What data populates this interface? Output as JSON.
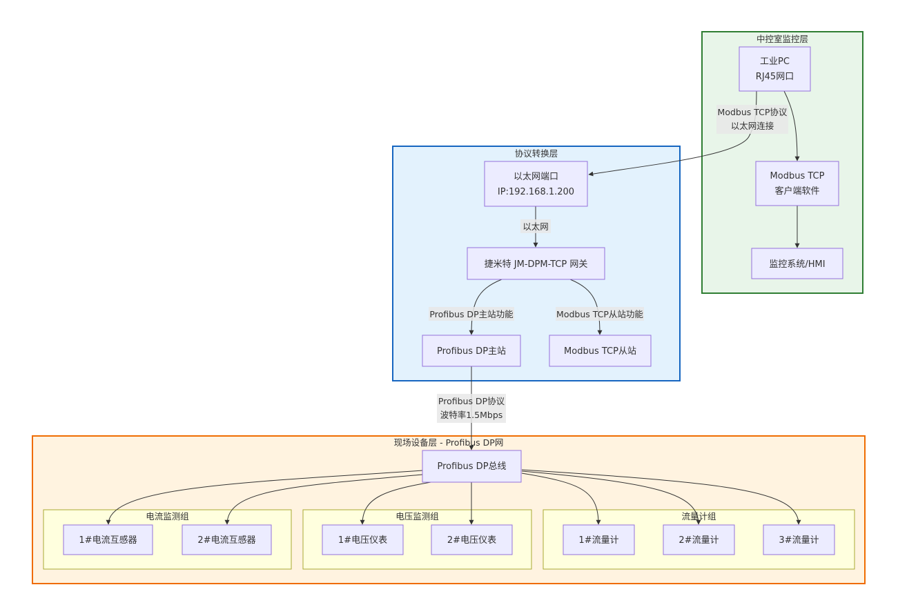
{
  "clusters": {
    "control": {
      "title": "中控室监控层",
      "fill": "#E8F5E9",
      "stroke": "#2E7D32"
    },
    "protocol": {
      "title": "协议转换层",
      "fill": "#E3F2FD",
      "stroke": "#1565C0"
    },
    "field": {
      "title": "现场设备层 - Profibus DP网",
      "fill": "#FFF3E0",
      "stroke": "#EF6C00"
    },
    "current_group": {
      "title": "电流监测组",
      "fill": "#FFFFDE",
      "stroke": "#AAAA33"
    },
    "voltage_group": {
      "title": "电压监测组",
      "fill": "#FFFFDE",
      "stroke": "#AAAA33"
    },
    "flow_group": {
      "title": "流量计组",
      "fill": "#FFFFDE",
      "stroke": "#AAAA33"
    }
  },
  "nodes": {
    "industrial_pc": {
      "lines": [
        "工业PC",
        "RJ45网口"
      ]
    },
    "modbus_client": {
      "lines": [
        "Modbus TCP",
        "客户端软件"
      ]
    },
    "hmi": {
      "lines": [
        "监控系统/HMI"
      ]
    },
    "eth_port": {
      "lines": [
        "以太网端口",
        "IP:192.168.1.200"
      ]
    },
    "gateway": {
      "lines": [
        "捷米特 JM-DPM-TCP 网关"
      ]
    },
    "dp_master": {
      "lines": [
        "Profibus DP主站"
      ]
    },
    "modbus_slave": {
      "lines": [
        "Modbus TCP从站"
      ]
    },
    "dp_bus": {
      "lines": [
        "Profibus DP总线"
      ]
    },
    "ct1": {
      "lines": [
        "1#电流互感器"
      ]
    },
    "ct2": {
      "lines": [
        "2#电流互感器"
      ]
    },
    "vm1": {
      "lines": [
        "1#电压仪表"
      ]
    },
    "vm2": {
      "lines": [
        "2#电压仪表"
      ]
    },
    "fm1": {
      "lines": [
        "1#流量计"
      ]
    },
    "fm2": {
      "lines": [
        "2#流量计"
      ]
    },
    "fm3": {
      "lines": [
        "3#流量计"
      ]
    }
  },
  "edge_labels": {
    "pc_to_eth": [
      "Modbus TCP协议",
      "以太网连接"
    ],
    "eth_to_gw": [
      "以太网"
    ],
    "gw_to_master": [
      "Profibus DP主站功能"
    ],
    "gw_to_slave": [
      "Modbus TCP从站功能"
    ],
    "master_to_bus": [
      "Profibus DP协议",
      "波特率1.5Mbps"
    ]
  }
}
